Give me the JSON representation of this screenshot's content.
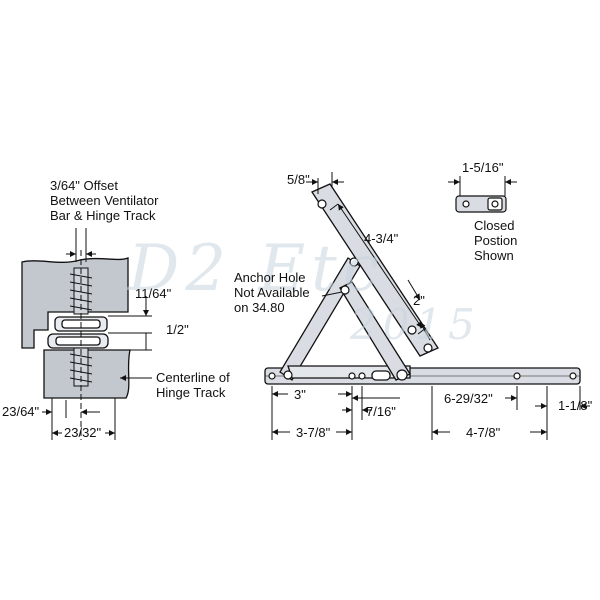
{
  "watermark": {
    "main": "D2 Etc",
    "sub": "2015"
  },
  "left_diagram": {
    "offset_note_lines": [
      "3/64\" Offset",
      "Between Ventilator",
      "Bar & Hinge Track"
    ],
    "dim_11_64": "11/64\"",
    "dim_1_2": "1/2\"",
    "centerline_lines": [
      "Centerline of",
      "Hinge Track"
    ],
    "dim_23_64": "23/64\"",
    "dim_23_32": "23/32\""
  },
  "right_diagram": {
    "dim_5_8": "5/8\"",
    "dim_4_3_4": "4-3/4\"",
    "anchor_note_lines": [
      "Anchor Hole",
      "Not Available",
      "on 34.80"
    ],
    "dim_2": "2\"",
    "dim_3": "3\"",
    "dim_3_7_8": "3-7/8\"",
    "dim_7_16": "7/16\"",
    "dim_6_29_32": "6-29/32\"",
    "dim_4_7_8": "4-7/8\"",
    "dim_1_1_8": "1-1/8\""
  },
  "closed_inset": {
    "dim_1_5_16": "1-5/16\"",
    "caption_lines": [
      "Closed",
      "Postion",
      "Shown"
    ]
  },
  "colors": {
    "metal": "#d9dde3",
    "frame": "#c3c8cf",
    "line": "#111111",
    "watermark": "#c8d4e0"
  }
}
